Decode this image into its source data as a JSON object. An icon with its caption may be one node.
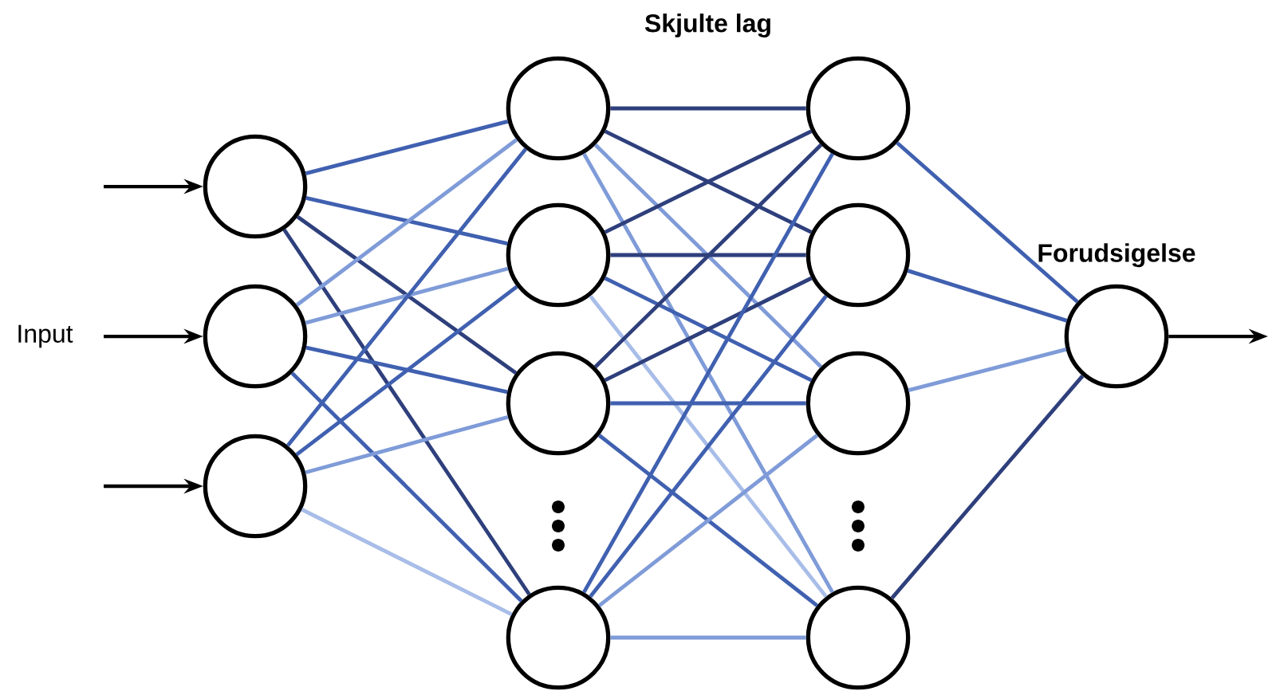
{
  "diagram": {
    "nodes": [
      {
        "text": [],
        "shape": "circle"
      },
      {
        "text": [],
        "shape": "circle"
      },
      {
        "text": [],
        "shape": "circle"
      },
      {
        "text": [],
        "shape": "circle"
      },
      {
        "text": [],
        "shape": "circle"
      },
      {
        "text": [],
        "shape": "circle"
      },
      {
        "text": [],
        "shape": "circle"
      },
      {
        "text": [],
        "shape": "circle"
      },
      {
        "text": [],
        "shape": "circle"
      },
      {
        "text": [],
        "shape": "circle"
      },
      {
        "text": [],
        "shape": "circle"
      },
      {
        "text": [],
        "shape": "circle",
        "beside": [
          "Forudsigelse"
        ]
      }
    ],
    "edges": [
      {
        "from": null,
        "to": 0,
        "arrow": "to",
        "color": "#000000"
      },
      {
        "from": null,
        "to": 1,
        "arrow": "to",
        "color": "#000000"
      },
      {
        "from": null,
        "to": 2,
        "arrow": "to",
        "color": "#000000"
      },
      {
        "from": 0,
        "to": 3,
        "arrow": "none"
      },
      {
        "from": 0,
        "to": 4,
        "arrow": "none"
      },
      {
        "from": 0,
        "to": 5,
        "arrow": "none",
        "color": "#2e3f7c"
      },
      {
        "from": 0,
        "to": 6,
        "arrow": "none",
        "color": "#2e3f7c"
      },
      {
        "from": 1,
        "to": 3,
        "arrow": "none",
        "color": "#7f9bd8"
      },
      {
        "from": 1,
        "to": 4,
        "arrow": "none",
        "color": "#7f9bd8"
      },
      {
        "from": 1,
        "to": 5,
        "arrow": "none"
      },
      {
        "from": 1,
        "to": 6,
        "arrow": "none"
      },
      {
        "from": 2,
        "to": 3,
        "arrow": "none"
      },
      {
        "from": 2,
        "to": 4,
        "arrow": "none"
      },
      {
        "from": 2,
        "to": 5,
        "arrow": "none",
        "color": "#7f9bd8"
      },
      {
        "from": 2,
        "to": 6,
        "arrow": "none",
        "color": "#a8bde8"
      },
      {
        "from": 3,
        "to": 7,
        "arrow": "none",
        "color": "#2e3f7c"
      },
      {
        "from": 3,
        "to": 8,
        "arrow": "none",
        "color": "#2e3f7c"
      },
      {
        "from": 3,
        "to": 9,
        "arrow": "none",
        "color": "#7f9bd8"
      },
      {
        "from": 3,
        "to": 10,
        "arrow": "none",
        "color": "#7f9bd8"
      },
      {
        "from": 4,
        "to": 7,
        "arrow": "none",
        "color": "#2e3f7c"
      },
      {
        "from": 4,
        "to": 8,
        "arrow": "none",
        "color": "#2e3f7c"
      },
      {
        "from": 4,
        "to": 9,
        "arrow": "none"
      },
      {
        "from": 4,
        "to": 10,
        "arrow": "none",
        "color": "#a8bde8"
      },
      {
        "from": 5,
        "to": 7,
        "arrow": "none",
        "color": "#2e3f7c"
      },
      {
        "from": 5,
        "to": 8,
        "arrow": "none",
        "color": "#2e3f7c"
      },
      {
        "from": 5,
        "to": 9,
        "arrow": "none"
      },
      {
        "from": 5,
        "to": 10,
        "arrow": "none"
      },
      {
        "from": 6,
        "to": 7,
        "arrow": "none"
      },
      {
        "from": 6,
        "to": 8,
        "arrow": "none"
      },
      {
        "from": 6,
        "to": 9,
        "arrow": "none",
        "color": "#7f9bd8"
      },
      {
        "from": 6,
        "to": 10,
        "arrow": "none",
        "color": "#7f9bd8"
      },
      {
        "from": 7,
        "to": 11,
        "arrow": "none"
      },
      {
        "from": 8,
        "to": 11,
        "arrow": "none"
      },
      {
        "from": 9,
        "to": 11,
        "arrow": "none",
        "color": "#7f9bd8"
      },
      {
        "from": 10,
        "to": 11,
        "arrow": "none",
        "color": "#2e3f7c"
      },
      {
        "from": 11,
        "to": null,
        "arrow": "to",
        "color": "#000000"
      }
    ],
    "labels": [
      "Skjulte lag",
      "Input"
    ]
  }
}
